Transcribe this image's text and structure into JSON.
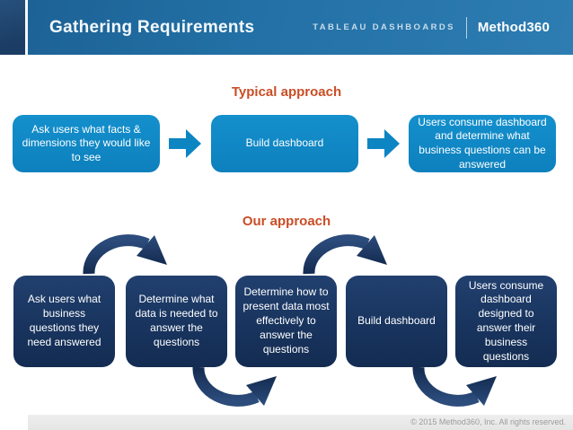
{
  "header": {
    "title": "Gathering Requirements",
    "tagline": "TABLEAU DASHBOARDS",
    "brand": "Method360"
  },
  "sections": {
    "typical": {
      "heading": "Typical approach",
      "steps": [
        "Ask users what facts & dimensions they would like to see",
        "Build dashboard",
        "Users consume dashboard and determine what business questions can be answered"
      ]
    },
    "our": {
      "heading": "Our approach",
      "steps": [
        "Ask users what business questions they need answered",
        "Determine what data is needed to answer the questions",
        "Determine how to present data most effectively to answer the questions",
        "Build dashboard",
        "Users consume dashboard designed to answer their business questions"
      ]
    }
  },
  "footer": {
    "copyright": "© 2015 Method360, Inc. All rights reserved."
  },
  "colors": {
    "header_blue": "#2270a5",
    "header_navy_accent": "#1b3c63",
    "step_blue": "#0e85c3",
    "step_navy": "#18345e",
    "heading_orange": "#c94e26",
    "footer_gray": "#e9e9e9",
    "footer_text": "#9b9b9b"
  }
}
